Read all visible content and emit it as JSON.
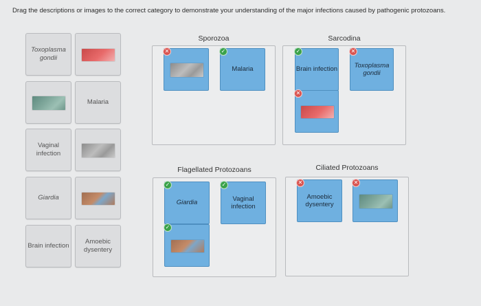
{
  "instructions": "Drag the descriptions or images to the correct category to demonstrate your understanding of the major infections caused by pathogenic protozoans.",
  "bank": {
    "col1": [
      {
        "kind": "text",
        "label": "Toxoplasma gondii",
        "italic": true
      },
      {
        "kind": "image",
        "thumb": "green"
      },
      {
        "kind": "text",
        "label": "Vaginal infection",
        "italic": false
      },
      {
        "kind": "text",
        "label": "Giardia",
        "italic": true
      },
      {
        "kind": "text",
        "label": "Brain infection",
        "italic": false
      }
    ],
    "col2": [
      {
        "kind": "image",
        "thumb": "red"
      },
      {
        "kind": "text",
        "label": "Malaria",
        "italic": false
      },
      {
        "kind": "image",
        "thumb": "gray"
      },
      {
        "kind": "image",
        "thumb": "brown"
      },
      {
        "kind": "text",
        "label": "Amoebic dysentery",
        "italic": false
      }
    ]
  },
  "categories": [
    {
      "title": "Sporozoa",
      "cards": [
        {
          "kind": "image",
          "thumb": "gray",
          "status": "bad"
        },
        {
          "kind": "text",
          "label": "Malaria",
          "italic": false,
          "status": "ok"
        }
      ]
    },
    {
      "title": "Sarcodina",
      "cards": [
        {
          "kind": "text",
          "label": "Brain infection",
          "italic": false,
          "status": "ok"
        },
        {
          "kind": "text",
          "label": "Toxoplasma gondii",
          "italic": true,
          "status": "bad"
        },
        {
          "kind": "image",
          "thumb": "red",
          "status": "bad"
        }
      ]
    },
    {
      "title": "Flagellated Protozoans",
      "cards": [
        {
          "kind": "text",
          "label": "Giardia",
          "italic": true,
          "status": "ok"
        },
        {
          "kind": "text",
          "label": "Vaginal infection",
          "italic": false,
          "status": "ok"
        },
        {
          "kind": "image",
          "thumb": "brown",
          "status": "ok"
        }
      ]
    },
    {
      "title": "Ciliated Protozoans",
      "cards": [
        {
          "kind": "text",
          "label": "Amoebic dysentery",
          "italic": false,
          "status": "bad"
        },
        {
          "kind": "image",
          "thumb": "green",
          "status": "bad"
        }
      ]
    }
  ],
  "colors": {
    "card": "#6fb0e0",
    "correct": "#3aa24a",
    "incorrect": "#d9534f",
    "tile": "#dcdddf"
  },
  "icons": {
    "ok": "check-icon",
    "bad": "x-icon"
  }
}
